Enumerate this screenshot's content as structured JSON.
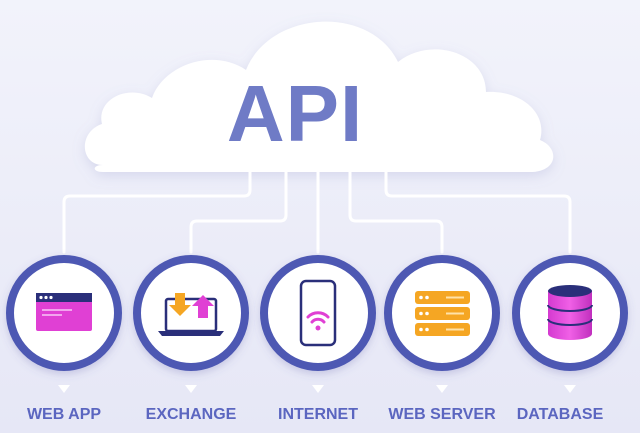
{
  "title": "API",
  "colors": {
    "ring": "#4e59b3",
    "title": "#6f7bc6",
    "label": "#5b66c0",
    "connector": "#ffffff",
    "cloud": "#ffffff",
    "magenta": "#e040d4",
    "orange": "#f5a623",
    "navy": "#2a2f7a"
  },
  "nodes": [
    {
      "label": "WEB APP",
      "icon": "browser-window-icon"
    },
    {
      "label": "EXCHANGE",
      "icon": "laptop-exchange-arrows-icon"
    },
    {
      "label": "INTERNET",
      "icon": "wifi-phone-icon"
    },
    {
      "label": "WEB SERVER",
      "icon": "server-rack-icon"
    },
    {
      "label": "DATABASE",
      "icon": "database-cylinder-icon"
    }
  ]
}
